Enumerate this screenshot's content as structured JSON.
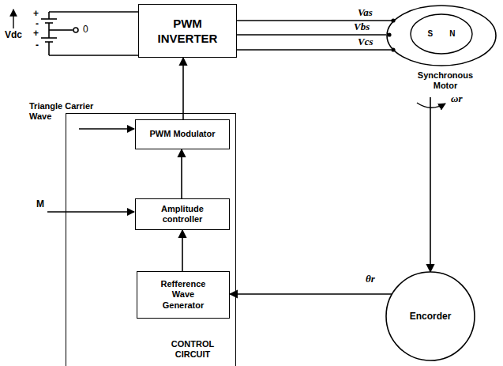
{
  "diagram": {
    "nodes": [
      {
        "text": [
          "PWM INVERTER"
        ]
      },
      {
        "text": [
          "Synchronous Motor"
        ]
      },
      {
        "text": [
          "S",
          "N"
        ],
        "in": 1
      },
      {
        "text": [
          "CONTROL CIRCUIT"
        ]
      },
      {
        "text": [
          "PWM Modulator"
        ],
        "in": 3
      },
      {
        "text": [
          "Amplitude controller"
        ],
        "in": 3
      },
      {
        "text": [
          "Refference Wave Generator"
        ],
        "in": 3
      },
      {
        "text": [
          "Encorder"
        ]
      }
    ],
    "edges": [
      {
        "from": 0,
        "to": 1,
        "arrow": "none",
        "label": "Vas"
      },
      {
        "from": 0,
        "to": 1,
        "arrow": "none",
        "label": "Vbs"
      },
      {
        "from": 0,
        "to": 1,
        "arrow": "none",
        "label": "Vcs"
      },
      {
        "from": 4,
        "to": 0,
        "arrow": "to"
      },
      {
        "from": 5,
        "to": 4,
        "arrow": "to"
      },
      {
        "from": 6,
        "to": 5,
        "arrow": "to"
      },
      {
        "from": 1,
        "to": 7,
        "arrow": "to"
      },
      {
        "from": 7,
        "to": 6,
        "arrow": "to",
        "label": "θr"
      }
    ],
    "labels": [
      "Vdc",
      "+",
      "-",
      "+",
      "-",
      "0",
      "Triangle Carrier Wave",
      "M",
      "ωr"
    ]
  }
}
